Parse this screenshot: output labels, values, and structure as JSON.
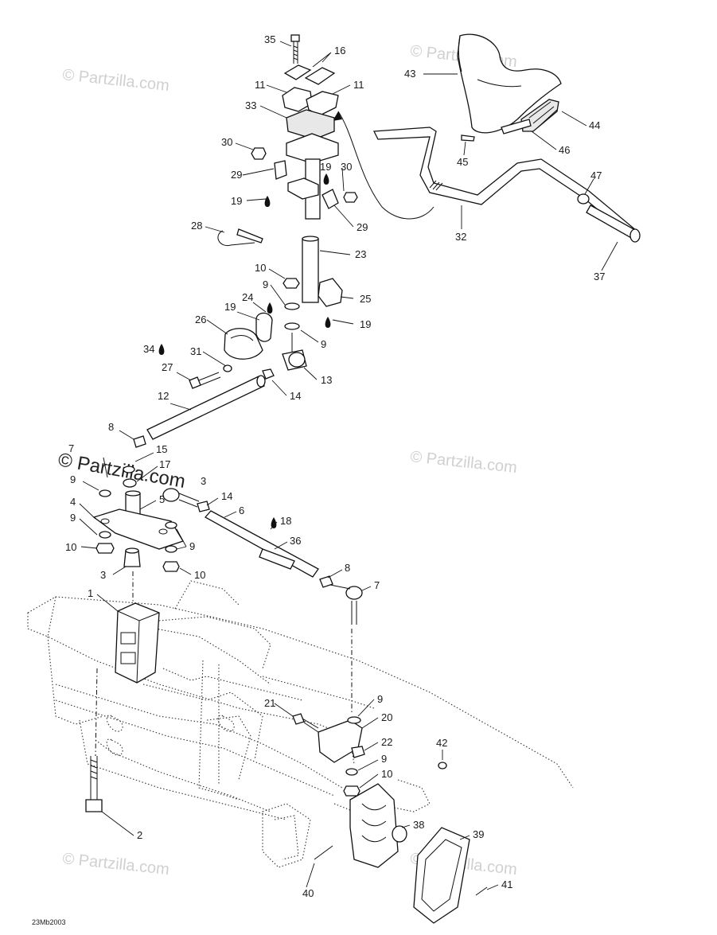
{
  "drawing_code": "23Mb2003",
  "watermark_text": "© Partzilla.com",
  "callouts": [
    "35",
    "16",
    "11",
    "11",
    "33",
    "30",
    "29",
    "19",
    "19",
    "30",
    "29",
    "28",
    "23",
    "10",
    "9",
    "25",
    "19",
    "26",
    "24",
    "19",
    "9",
    "34",
    "31",
    "27",
    "13",
    "14",
    "12",
    "8",
    "7",
    "15",
    "17",
    "9",
    "3",
    "14",
    "4",
    "5",
    "9",
    "9",
    "10",
    "3",
    "10",
    "6",
    "18",
    "36",
    "8",
    "7",
    "1",
    "21",
    "9",
    "20",
    "22",
    "9",
    "10",
    "42",
    "2",
    "38",
    "39",
    "40",
    "41",
    "43",
    "44",
    "46",
    "45",
    "47",
    "32",
    "37"
  ]
}
